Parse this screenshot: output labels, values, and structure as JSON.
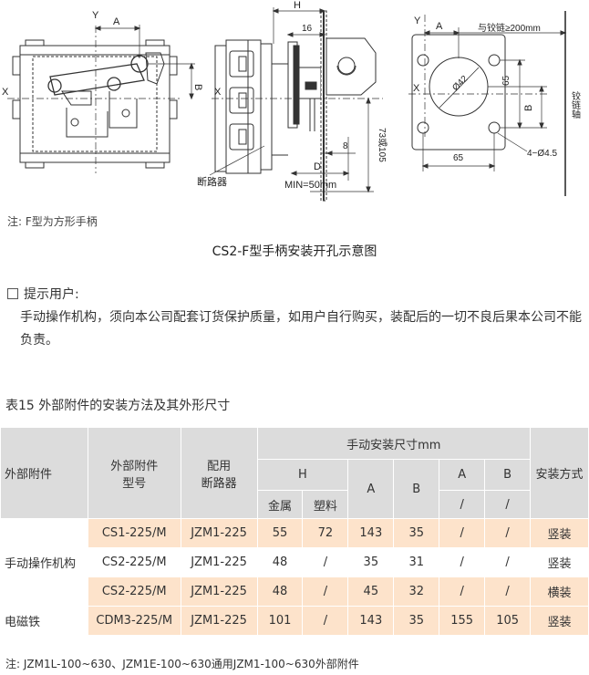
{
  "drawing": {
    "left": {
      "y_label": "Y",
      "x_label": "X",
      "dim_a": "A",
      "dim_b": "B"
    },
    "middle": {
      "dim_h": "H",
      "dim_16": "16",
      "x_label": "X",
      "dim_8": "8",
      "dim_d": "D",
      "dim_73": "73或105",
      "breaker_label": "断路器",
      "min_label": "MIN=50mm"
    },
    "right": {
      "y_label": "Y",
      "x_label": "X",
      "dim_a": "A",
      "hinge_dim": "与铰链≥200mm",
      "diameter": "Ø42",
      "dim_65_v": "65",
      "dim_b": "B",
      "dim_65_h": "65",
      "holes": "4−Ø4.5",
      "hinge_axis": "铰链轴"
    }
  },
  "note_f": "注:  F型为方形手柄",
  "figure_title": "CS2-F型手柄安装开孔示意图",
  "tip": {
    "heading": "提示用户:",
    "body": "手动操作机构，须向本公司配套订货保护质量，如用户自行购买，装配后的一切不良后果本公司不能负责。"
  },
  "table_title": "表15 外部附件的安装方法及其外形尺寸",
  "table": {
    "h_accessory": "外部附件",
    "h_model": "外部附件\n型号",
    "h_breaker": "配用\n断路器",
    "h_manual": "手动安装尺寸mm",
    "h_mount": "安装方式",
    "h_H": "H",
    "h_A1": "A",
    "h_B1": "B",
    "h_A2": "A",
    "h_B2": "B",
    "h_metal": "金属",
    "h_plastic": "塑料",
    "h_slash1": "/",
    "h_slash2": "/",
    "group1": "手动操作机构",
    "group2": "电磁铁",
    "rows": [
      {
        "model": "CS1-225/M",
        "breaker": "JZM1-225",
        "metal": "55",
        "plastic": "72",
        "A1": "143",
        "B1": "35",
        "A2": "/",
        "B2": "/",
        "mount": "竖装"
      },
      {
        "model": "CS2-225/M",
        "breaker": "JZM1-225",
        "metal": "48",
        "plastic": "/",
        "A1": "35",
        "B1": "31",
        "A2": "/",
        "B2": "/",
        "mount": "竖装"
      },
      {
        "model": "CS2-225/M",
        "breaker": "JZM1-225",
        "metal": "48",
        "plastic": "/",
        "A1": "45",
        "B1": "32",
        "A2": "/",
        "B2": "/",
        "mount": "横装"
      },
      {
        "model": "CDM3-225/M",
        "breaker": "JZM1-225",
        "metal": "101",
        "plastic": "/",
        "A1": "143",
        "B1": "35",
        "A2": "155",
        "B2": "105",
        "mount": "竖装"
      }
    ]
  },
  "footnote": "注:  JZM1L-100~630、JZM1E-100~630通用JZM1-100~630外部附件"
}
